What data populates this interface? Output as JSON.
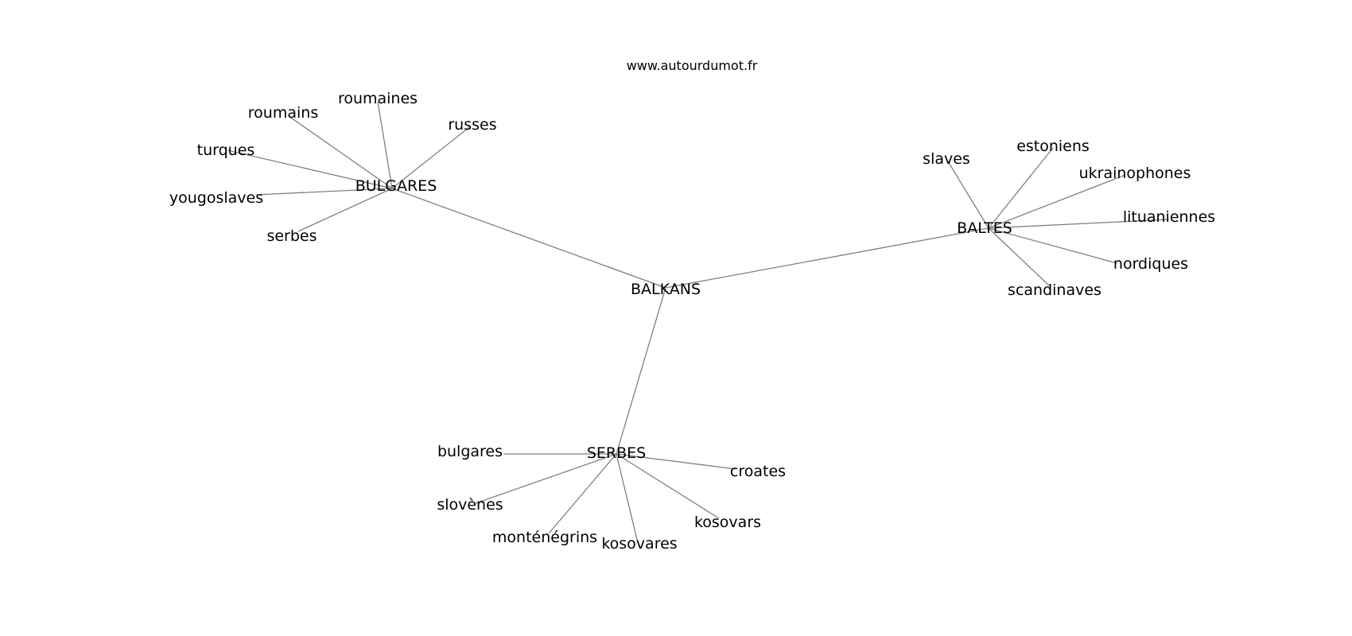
{
  "watermark": "www.autourdumot.fr",
  "graph": {
    "center": "BALKANS",
    "hubs": [
      {
        "id": "BULGARES",
        "label": "BULGARES",
        "leaves": [
          "roumains",
          "roumaines",
          "russes",
          "turques",
          "yougoslaves",
          "serbes"
        ]
      },
      {
        "id": "BALTES",
        "label": "BALTES",
        "leaves": [
          "slaves",
          "estoniens",
          "ukrainophones",
          "lituaniennes",
          "nordiques",
          "scandinaves"
        ]
      },
      {
        "id": "SERBES",
        "label": "SERBES",
        "leaves": [
          "bulgares",
          "croates",
          "slovènes",
          "monténégrins",
          "kosovares",
          "kosovars"
        ]
      }
    ]
  },
  "colors": {
    "edge": "#808080",
    "text": "#000000",
    "background": "#ffffff"
  }
}
